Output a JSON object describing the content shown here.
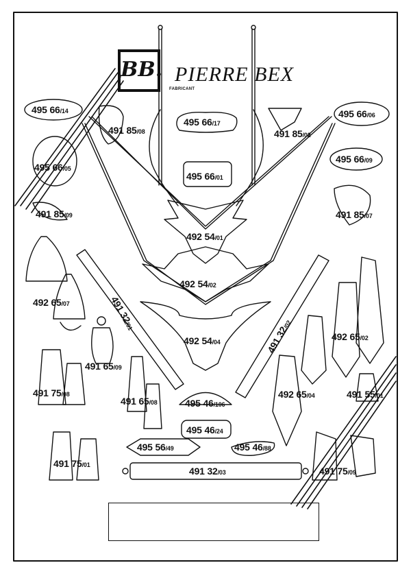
{
  "header": {
    "logo_monogram": "BB.",
    "brand_name": "PIERRE BEX",
    "subtitle": "FABRICANT"
  },
  "references": [
    {
      "id": "495-66-14",
      "num": "495 66",
      "sfx": "/14"
    },
    {
      "id": "491-85-08",
      "num": "491 85",
      "sfx": "/08"
    },
    {
      "id": "495-66-17",
      "num": "495 66",
      "sfx": "/17"
    },
    {
      "id": "491-85-02",
      "num": "491 85",
      "sfx": "/02"
    },
    {
      "id": "495-66-06",
      "num": "495 66",
      "sfx": "/06"
    },
    {
      "id": "495-66-05",
      "num": "495 66",
      "sfx": "/05"
    },
    {
      "id": "495-66-01",
      "num": "495 66",
      "sfx": "/01"
    },
    {
      "id": "495-66-09",
      "num": "495 66",
      "sfx": "/09"
    },
    {
      "id": "491-85-09",
      "num": "491 85",
      "sfx": "/09"
    },
    {
      "id": "491-85-07",
      "num": "491 85",
      "sfx": "/07"
    },
    {
      "id": "492-54-01",
      "num": "492 54",
      "sfx": "/01"
    },
    {
      "id": "492-54-02",
      "num": "492 54",
      "sfx": "/02"
    },
    {
      "id": "492-65-07",
      "num": "492 65",
      "sfx": "/07"
    },
    {
      "id": "491-32-01",
      "num": "491 32",
      "sfx": "/01"
    },
    {
      "id": "491-32-02",
      "num": "491 32",
      "sfx": "/02"
    },
    {
      "id": "492-54-04",
      "num": "492 54",
      "sfx": "/04"
    },
    {
      "id": "492-65-02",
      "num": "492 65",
      "sfx": "/02"
    },
    {
      "id": "491-65-09",
      "num": "491 65",
      "sfx": "/09"
    },
    {
      "id": "491-75-08",
      "num": "491 75",
      "sfx": "/08"
    },
    {
      "id": "491-65-08",
      "num": "491 65",
      "sfx": "/08"
    },
    {
      "id": "495-46-106",
      "num": "495 46",
      "sfx": "/106"
    },
    {
      "id": "492-65-04",
      "num": "492 65",
      "sfx": "/04"
    },
    {
      "id": "491-55-01",
      "num": "491 55",
      "sfx": "/01"
    },
    {
      "id": "495-46-24",
      "num": "495 46",
      "sfx": "/24"
    },
    {
      "id": "495-56-49",
      "num": "495 56",
      "sfx": "/49"
    },
    {
      "id": "495-46-88",
      "num": "495 46",
      "sfx": "/88"
    },
    {
      "id": "491-75-01",
      "num": "491 75",
      "sfx": "/01"
    },
    {
      "id": "491-32-03",
      "num": "491 32",
      "sfx": "/03"
    },
    {
      "id": "491-75-09",
      "num": "491 75",
      "sfx": "/09"
    }
  ]
}
